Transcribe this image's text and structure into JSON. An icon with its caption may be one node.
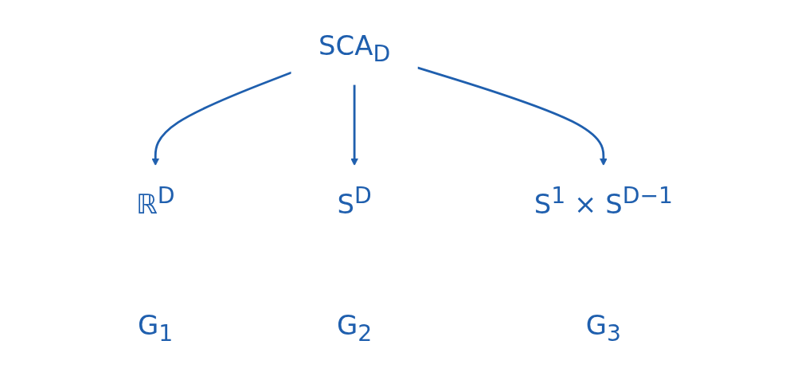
{
  "diagram": {
    "nodes": [
      {
        "text": [
          "SCA$_{D}$"
        ]
      },
      {
        "text": [
          "ℝ$^{D}$",
          "G$_{1}$"
        ]
      },
      {
        "text": [
          "S$^{D}$",
          "G$_{2}$"
        ]
      },
      {
        "text": [
          "S$^{1}$ × S$^{D−1}$",
          "G$_{3}$"
        ]
      }
    ],
    "edges": [
      {
        "from": 0,
        "to": 1,
        "arrow": "to"
      },
      {
        "from": 0,
        "to": 2,
        "arrow": "to"
      },
      {
        "from": 0,
        "to": 3,
        "arrow": "to"
      }
    ]
  }
}
